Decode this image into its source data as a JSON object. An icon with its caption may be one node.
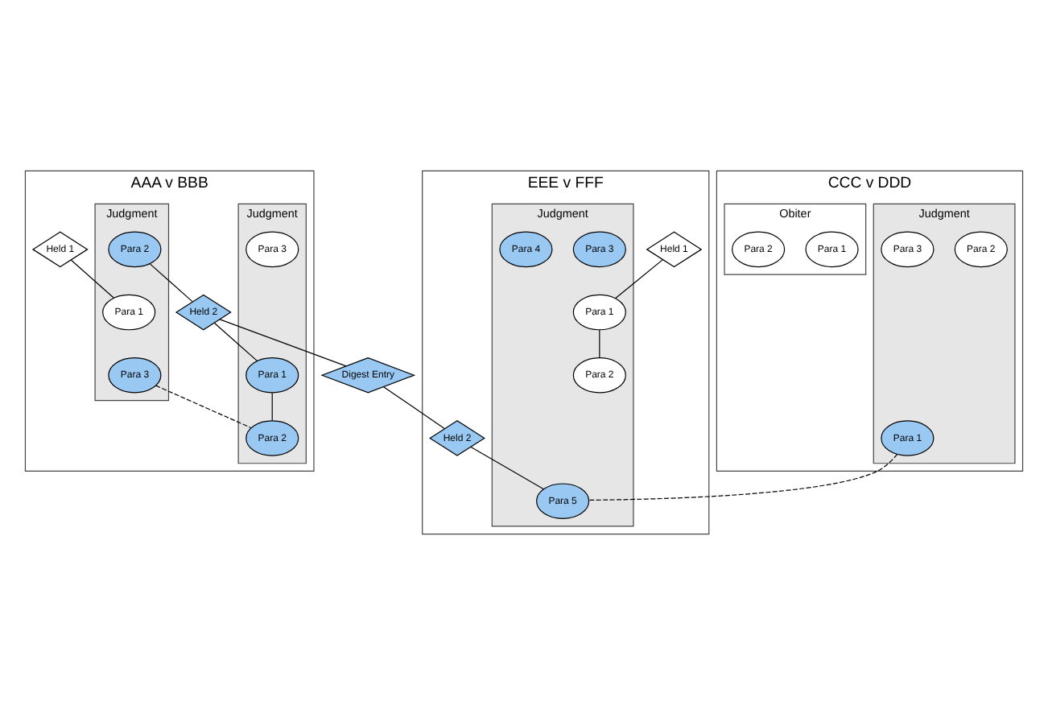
{
  "diagram": {
    "nodes": [
      {
        "text": [
          "AAA v BBB"
        ]
      },
      {
        "text": [
          "Held 1"
        ],
        "in": 0
      },
      {
        "text": [
          "Held 2"
        ],
        "in": 0
      },
      {
        "text": [
          "Judgment"
        ],
        "in": 0
      },
      {
        "text": [
          "Para 1"
        ],
        "in": 3
      },
      {
        "text": [
          "Para 2"
        ],
        "in": 3
      },
      {
        "text": [
          "Para 3"
        ],
        "in": 3
      },
      {
        "text": [
          "Judgment"
        ],
        "in": 0
      },
      {
        "text": [
          "Para 1"
        ],
        "in": 7
      },
      {
        "text": [
          "Para 2"
        ],
        "in": 7
      },
      {
        "text": [
          "Para 3"
        ],
        "in": 7
      },
      {
        "text": [
          "CCC v DDD"
        ]
      },
      {
        "text": [
          "Judgment"
        ],
        "in": 11
      },
      {
        "text": [
          "Para 1"
        ],
        "in": 12
      },
      {
        "text": [
          "Para 2"
        ],
        "in": 12
      },
      {
        "text": [
          "Para 3"
        ],
        "in": 12
      },
      {
        "text": [
          "Obiter"
        ],
        "in": 11
      },
      {
        "text": [
          "Para 1"
        ],
        "in": 16
      },
      {
        "text": [
          "Para 2"
        ],
        "in": 16
      },
      {
        "text": [
          "Digest Entry"
        ]
      },
      {
        "text": [
          "EEE v FFF"
        ]
      },
      {
        "text": [
          "Held 1"
        ],
        "in": 20
      },
      {
        "text": [
          "Held 2"
        ],
        "in": 20
      },
      {
        "text": [
          "Judgment"
        ],
        "in": 20
      },
      {
        "text": [
          "Para 1"
        ],
        "in": 23
      },
      {
        "text": [
          "Para 2"
        ],
        "in": 23
      },
      {
        "text": [
          "Para 3"
        ],
        "in": 23
      },
      {
        "text": [
          "Para 4"
        ],
        "in": 23
      },
      {
        "text": [
          "Para 5"
        ],
        "in": 23
      }
    ],
    "edges": [
      {
        "from": 1,
        "to": 4,
        "arrow": "none"
      },
      {
        "from": 5,
        "to": 2,
        "arrow": "none"
      },
      {
        "from": 2,
        "to": 8,
        "arrow": "none"
      },
      {
        "from": 6,
        "to": 9,
        "arrow": "none",
        "style": "dashed"
      },
      {
        "from": 8,
        "to": 9,
        "arrow": "none"
      },
      {
        "from": 2,
        "to": 19,
        "arrow": "none"
      },
      {
        "from": 19,
        "to": 22,
        "arrow": "none"
      },
      {
        "from": 13,
        "to": 28,
        "arrow": "none",
        "style": "dashed"
      },
      {
        "from": 21,
        "to": 24,
        "arrow": "none"
      },
      {
        "from": 24,
        "to": 25,
        "arrow": "none"
      },
      {
        "from": 22,
        "to": 28,
        "arrow": "none"
      }
    ]
  }
}
